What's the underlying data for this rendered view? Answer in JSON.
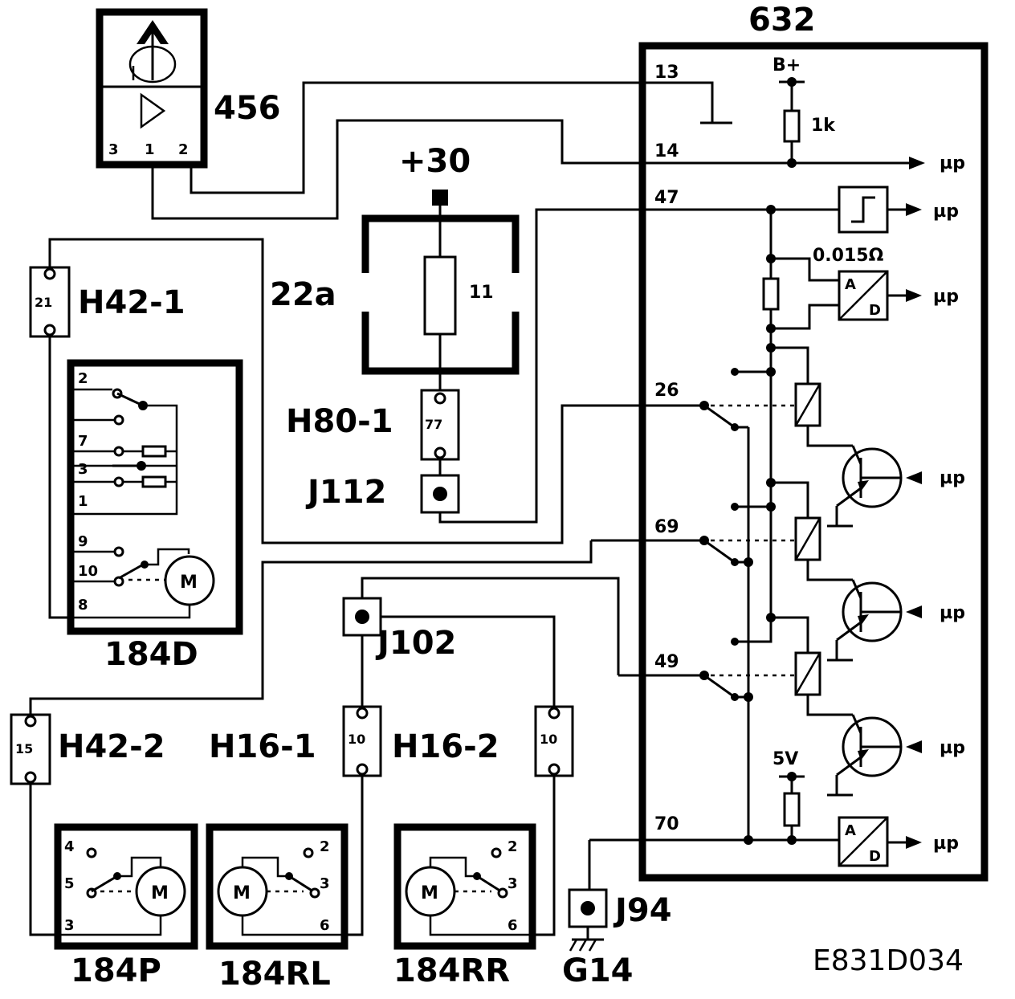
{
  "components": {
    "ecu": "632",
    "sensor": "456",
    "fuse_box": "22a",
    "fuse": "11",
    "supply": "+30",
    "wiper_switch": "184D",
    "motor_p": "184P",
    "motor_rl": "184RL",
    "motor_rr": "184RR",
    "ground": "G14",
    "reference": "E831D034"
  },
  "connectors": {
    "h42_1": {
      "label": "H42-1",
      "pin": "21"
    },
    "h42_2": {
      "label": "H42-2",
      "pin": "15"
    },
    "h16_1": {
      "label": "H16-1",
      "pin": "10"
    },
    "h16_2": {
      "label": "H16-2",
      "pin": "10"
    },
    "h80_1": {
      "label": "H80-1",
      "pin": "77"
    },
    "j112": "J112",
    "j102": "J102",
    "j94": "J94"
  },
  "sensor_pins": [
    "3",
    "1",
    "2"
  ],
  "ecu_pins": [
    "13",
    "14",
    "47",
    "26",
    "69",
    "49",
    "70"
  ],
  "ecu_internal": {
    "bplus": "B+",
    "r1k": "1k",
    "shunt": "0.015Ω",
    "v5": "5V",
    "mu": "µp",
    "ad_a": "A",
    "ad_d": "D"
  },
  "switch_184d_pins": [
    "2",
    "7",
    "3",
    "1",
    "9",
    "10",
    "8"
  ],
  "motor_184p_pins": [
    "4",
    "5",
    "3"
  ],
  "motor_184rl_pins": [
    "2",
    "3",
    "6"
  ],
  "motor_184rr_pins": [
    "2",
    "3",
    "6"
  ],
  "motor_symbol": "M"
}
